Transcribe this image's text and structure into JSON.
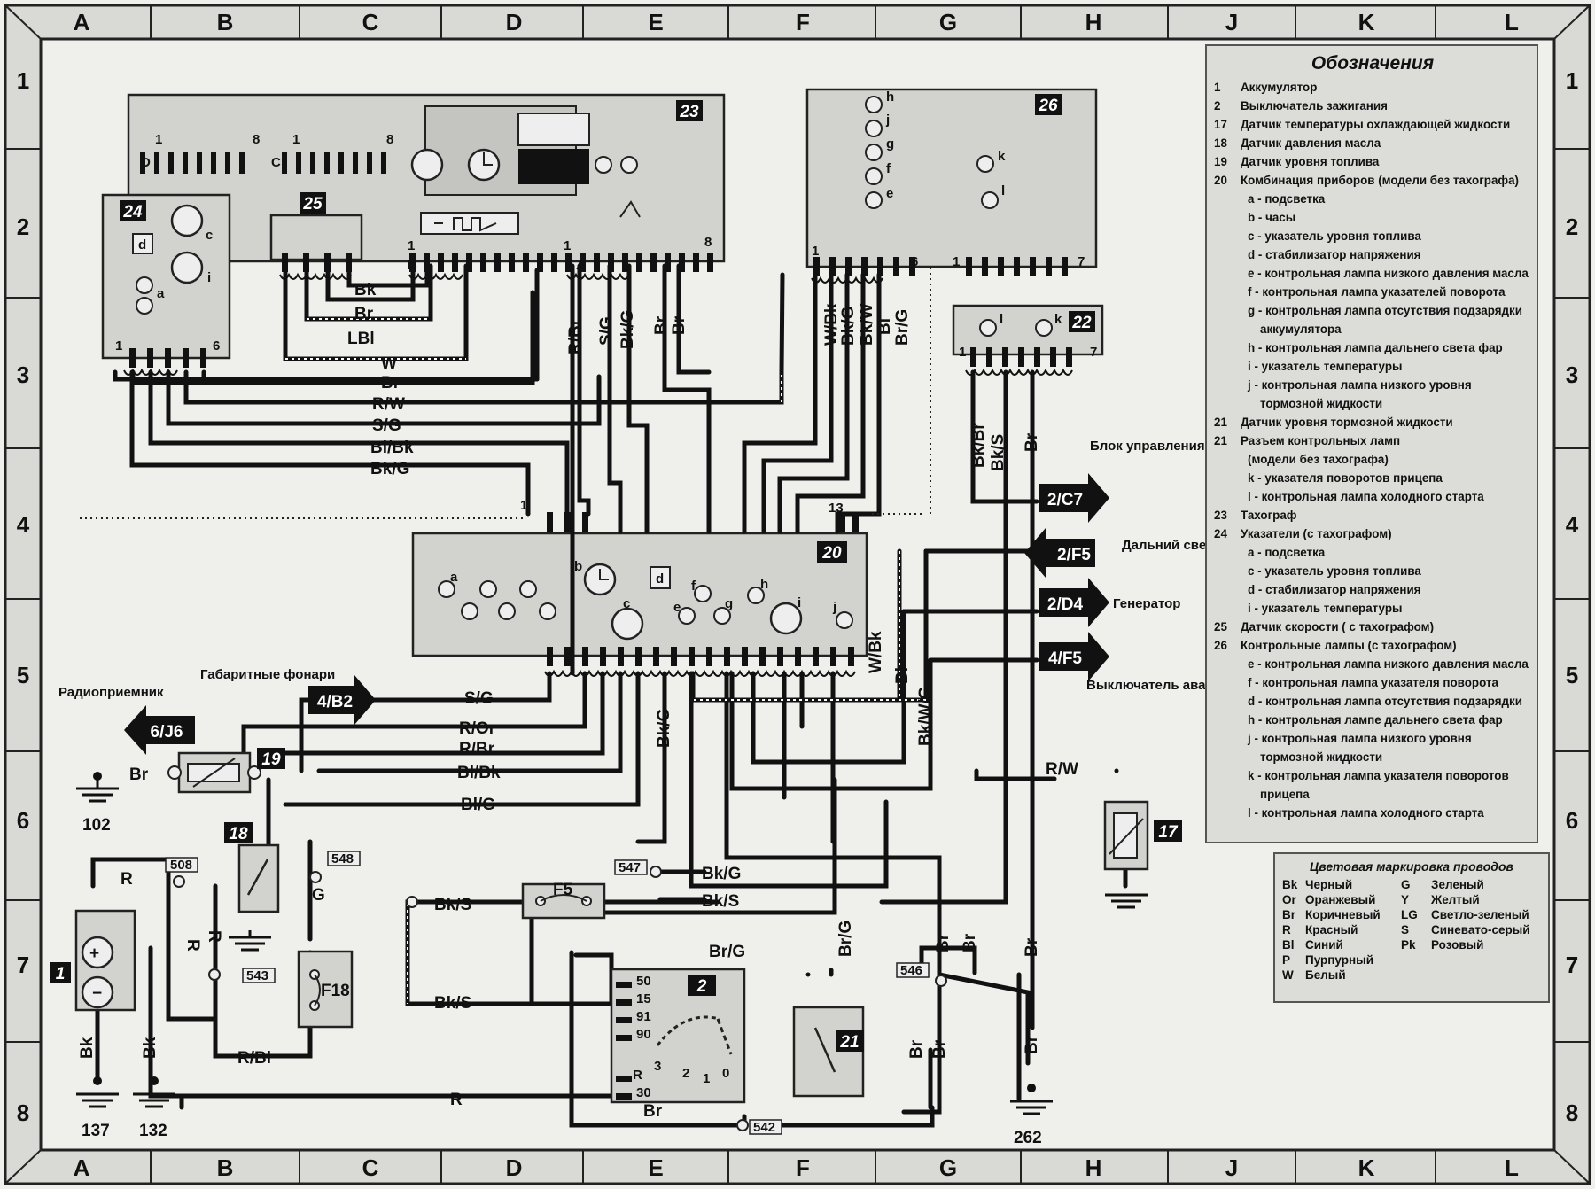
{
  "grid": {
    "columns": [
      "A",
      "B",
      "C",
      "D",
      "E",
      "F",
      "G",
      "H",
      "J",
      "K",
      "L"
    ],
    "rows": [
      "1",
      "2",
      "3",
      "4",
      "5",
      "6",
      "7",
      "8"
    ]
  },
  "legend": {
    "title": "Обозначения",
    "items": [
      {
        "num": "1",
        "text": "Аккумулятор",
        "kind": "main"
      },
      {
        "num": "2",
        "text": "Выключатель зажигания",
        "kind": "main"
      },
      {
        "num": "17",
        "text": "Датчик температуры охлаждающей жидкости",
        "kind": "main"
      },
      {
        "num": "18",
        "text": "Датчик давления масла",
        "kind": "main"
      },
      {
        "num": "19",
        "text": "Датчик уровня топлива",
        "kind": "main"
      },
      {
        "num": "20",
        "text": "Комбинация приборов (модели без тахографа)",
        "kind": "main"
      },
      {
        "num": "",
        "text": "a - подсветка",
        "kind": "sub"
      },
      {
        "num": "",
        "text": "b - часы",
        "kind": "sub"
      },
      {
        "num": "",
        "text": "c - указатель уровня топлива",
        "kind": "sub"
      },
      {
        "num": "",
        "text": "d - стабилизатор напряжения",
        "kind": "sub"
      },
      {
        "num": "",
        "text": "e - контрольная лампа низкого давления масла",
        "kind": "sub"
      },
      {
        "num": "",
        "text": "f - контрольная лампа указателей поворота",
        "kind": "sub"
      },
      {
        "num": "",
        "text": "g - контрольная лампа отсутствия подзарядки",
        "kind": "sub"
      },
      {
        "num": "",
        "text": "аккумулятора",
        "kind": "cont"
      },
      {
        "num": "",
        "text": "h - контрольная лампа дальнего света фар",
        "kind": "sub"
      },
      {
        "num": "",
        "text": "i - указатель температуры",
        "kind": "sub"
      },
      {
        "num": "",
        "text": "j - контрольная лампа низкого уровня",
        "kind": "sub"
      },
      {
        "num": "",
        "text": "тормозной жидкости",
        "kind": "cont"
      },
      {
        "num": "21",
        "text": "Датчик уровня тормозной жидкости",
        "kind": "main"
      },
      {
        "num": "21",
        "text": "Разъем контрольных ламп",
        "kind": "main"
      },
      {
        "num": "",
        "text": "(модели без тахографа)",
        "kind": "sub"
      },
      {
        "num": "",
        "text": "k - указателя поворотов прицепа",
        "kind": "sub"
      },
      {
        "num": "",
        "text": "l - контрольная лампа холодного старта",
        "kind": "sub"
      },
      {
        "num": "23",
        "text": "Тахограф",
        "kind": "main"
      },
      {
        "num": "24",
        "text": "Указатели (с тахографом)",
        "kind": "main"
      },
      {
        "num": "",
        "text": "a - подсветка",
        "kind": "sub"
      },
      {
        "num": "",
        "text": "c - указатель уровня топлива",
        "kind": "sub"
      },
      {
        "num": "",
        "text": "d - стабилизатор напряжения",
        "kind": "sub"
      },
      {
        "num": "",
        "text": "i - указатель температуры",
        "kind": "sub"
      },
      {
        "num": "25",
        "text": "Датчик скорости ( с тахографом)",
        "kind": "main"
      },
      {
        "num": "26",
        "text": "Контрольные лампы (с тахографом)",
        "kind": "main"
      },
      {
        "num": "",
        "text": "e - контрольная лампа низкого давления масла",
        "kind": "sub"
      },
      {
        "num": "",
        "text": "f - контрольная лампа указателя поворота",
        "kind": "sub"
      },
      {
        "num": "",
        "text": "d - контрольная лампа отсутствия подзарядки",
        "kind": "sub"
      },
      {
        "num": "",
        "text": "h - контрольная лампе дальнего света фар",
        "kind": "sub"
      },
      {
        "num": "",
        "text": "j - контрольная лампа низкого уровня",
        "kind": "sub"
      },
      {
        "num": "",
        "text": "тормозной жидкости",
        "kind": "cont"
      },
      {
        "num": "",
        "text": "k - контрольная лампа указателя поворотов",
        "kind": "sub"
      },
      {
        "num": "",
        "text": "прицепа",
        "kind": "cont"
      },
      {
        "num": "",
        "text": "l - контрольная лампа холодного старта",
        "kind": "sub"
      }
    ]
  },
  "color_key": {
    "title": "Цветовая маркировка проводов",
    "entries": [
      {
        "code": "Bk",
        "name": "Черный"
      },
      {
        "code": "Or",
        "name": "Оранжевый"
      },
      {
        "code": "Br",
        "name": "Коричневый"
      },
      {
        "code": "R",
        "name": "Красный"
      },
      {
        "code": "Bl",
        "name": "Синий"
      },
      {
        "code": "P",
        "name": "Пурпурный"
      },
      {
        "code": "W",
        "name": "Белый"
      },
      {
        "code": "G",
        "name": "Зеленый"
      },
      {
        "code": "Y",
        "name": "Желтый"
      },
      {
        "code": "LG",
        "name": "Светло-зеленый"
      },
      {
        "code": "S",
        "name": "Синевато-серый"
      },
      {
        "code": "Pk",
        "name": "Розовый"
      }
    ]
  },
  "components": {
    "c1": "1",
    "c2": "2",
    "c17": "17",
    "c18": "18",
    "c19": "19",
    "c20": "20",
    "c21": "21",
    "c22": "22",
    "c23": "23",
    "c24": "24",
    "c25": "25",
    "c26": "26"
  },
  "external_refs": [
    {
      "code": "2/C7",
      "label": "Блок управления термостатом"
    },
    {
      "code": "2/F5",
      "label": "Дальний свет фар"
    },
    {
      "code": "2/D4",
      "label": "Генератор"
    },
    {
      "code": "4/F5",
      "label": "Выключатель аварийной сигнализации"
    },
    {
      "code": "4/B2",
      "label": "Габаритные фонари"
    },
    {
      "code": "6/J6",
      "label": "Радиоприемник"
    }
  ],
  "wire_labels": {
    "bk": "Bk",
    "br": "Br",
    "lbl": "LBl",
    "w": "W",
    "rw": "R/W",
    "sg": "S/G",
    "blbk": "Bl/Bk",
    "bkg": "Bk/G",
    "rbr": "R/Br",
    "ror": "R/Or",
    "blg": "Bl/G",
    "bkbr": "Bk/Br",
    "bks": "Bk/S",
    "wbk": "W/Bk",
    "bkw": "Bk/W",
    "bl": "Bl",
    "brg": "Br/G",
    "bkwg": "Bk/W/G",
    "r": "R",
    "g": "G",
    "rbl": "R/Bl",
    "bgrw": "R/W"
  },
  "splices": {
    "s508": "508",
    "s548": "548",
    "s547": "547",
    "s543": "543",
    "s546": "546",
    "s542": "542"
  },
  "grounds": {
    "g102": "102",
    "g137": "137",
    "g132": "132",
    "g262": "262"
  },
  "fuses": {
    "f5": "F5",
    "f18": "F18"
  },
  "switch_terminals": {
    "t50": "50",
    "t15": "15",
    "t91": "91",
    "t90": "90",
    "tR": "R",
    "t30": "30",
    "p3": "3",
    "p2": "2",
    "p1": "1",
    "p0": "0"
  },
  "pin_numbers": {
    "one": "1",
    "six": "6",
    "seven": "7",
    "eight": "8",
    "thirteen": "13",
    "pinB": "B",
    "pinA": "A",
    "pinC": "C",
    "pinD": "D"
  },
  "lamp_letters": {
    "a": "a",
    "b": "b",
    "c": "c",
    "d": "d",
    "e": "e",
    "f": "f",
    "g": "g",
    "h": "h",
    "i": "i",
    "j": "j",
    "k": "k",
    "l": "l"
  }
}
